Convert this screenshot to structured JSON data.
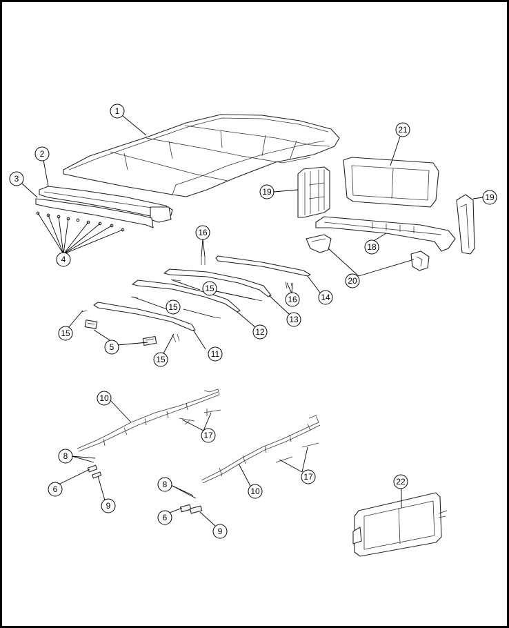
{
  "callouts": [
    {
      "id": "c1",
      "label": "1"
    },
    {
      "id": "c2",
      "label": "2"
    },
    {
      "id": "c3",
      "label": "3"
    },
    {
      "id": "c4",
      "label": "4"
    },
    {
      "id": "c5",
      "label": "5"
    },
    {
      "id": "c6a",
      "label": "6"
    },
    {
      "id": "c6b",
      "label": "6"
    },
    {
      "id": "c8a",
      "label": "8"
    },
    {
      "id": "c8b",
      "label": "8"
    },
    {
      "id": "c9a",
      "label": "9"
    },
    {
      "id": "c9b",
      "label": "9"
    },
    {
      "id": "c10a",
      "label": "10"
    },
    {
      "id": "c10b",
      "label": "10"
    },
    {
      "id": "c11",
      "label": "11"
    },
    {
      "id": "c12",
      "label": "12"
    },
    {
      "id": "c13",
      "label": "13"
    },
    {
      "id": "c14",
      "label": "14"
    },
    {
      "id": "c15a",
      "label": "15"
    },
    {
      "id": "c15b",
      "label": "15"
    },
    {
      "id": "c15c",
      "label": "15"
    },
    {
      "id": "c15d",
      "label": "15"
    },
    {
      "id": "c16a",
      "label": "16"
    },
    {
      "id": "c16b",
      "label": "16"
    },
    {
      "id": "c17a",
      "label": "17"
    },
    {
      "id": "c17b",
      "label": "17"
    },
    {
      "id": "c18",
      "label": "18"
    },
    {
      "id": "c19a",
      "label": "19"
    },
    {
      "id": "c19b",
      "label": "19"
    },
    {
      "id": "c20",
      "label": "20"
    },
    {
      "id": "c21",
      "label": "21"
    },
    {
      "id": "c22",
      "label": "22"
    }
  ]
}
